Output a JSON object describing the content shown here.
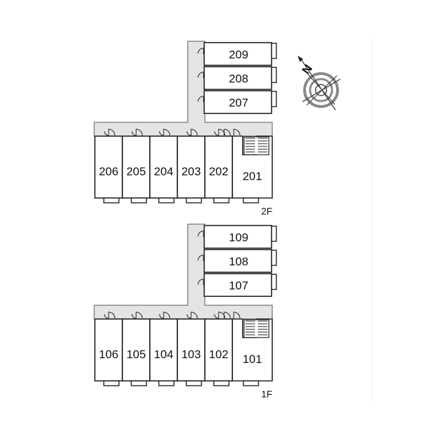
{
  "compass": {
    "north_label": "N"
  },
  "floors": [
    {
      "id": "2F",
      "label": "2F",
      "row_units": [
        "206",
        "205",
        "204",
        "203",
        "202"
      ],
      "stair_unit": "201",
      "wing_units": [
        "209",
        "208",
        "207"
      ]
    },
    {
      "id": "1F",
      "label": "1F",
      "row_units": [
        "106",
        "105",
        "104",
        "103",
        "102"
      ],
      "stair_unit": "101",
      "wing_units": [
        "109",
        "108",
        "107"
      ]
    }
  ]
}
